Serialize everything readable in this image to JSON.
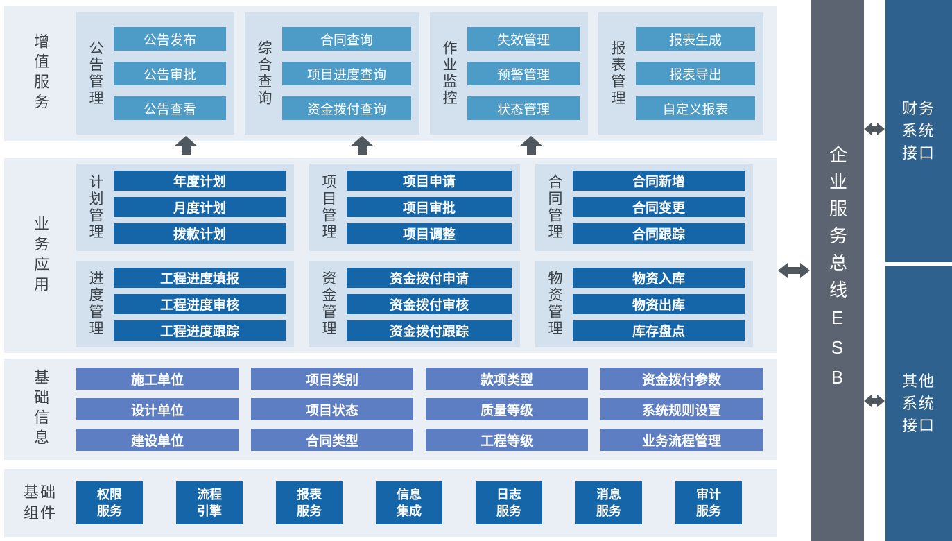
{
  "value_added": {
    "label": "增值服务",
    "groups": [
      {
        "label": "公告管理",
        "items": [
          "公告发布",
          "公告审批",
          "公告查看"
        ]
      },
      {
        "label": "综合查询",
        "items": [
          "合同查询",
          "项目进度查询",
          "资金拨付查询"
        ]
      },
      {
        "label": "作业监控",
        "items": [
          "失效管理",
          "预警管理",
          "状态管理"
        ]
      },
      {
        "label": "报表管理",
        "items": [
          "报表生成",
          "报表导出",
          "自定义报表"
        ]
      }
    ]
  },
  "business": {
    "label": "业务应用",
    "groups": [
      {
        "label": "计划管理",
        "items": [
          "年度计划",
          "月度计划",
          "拨款计划"
        ]
      },
      {
        "label": "项目管理",
        "items": [
          "项目申请",
          "项目审批",
          "项目调整"
        ]
      },
      {
        "label": "合同管理",
        "items": [
          "合同新增",
          "合同变更",
          "合同跟踪"
        ]
      },
      {
        "label": "进度管理",
        "items": [
          "工程进度填报",
          "工程进度审核",
          "工程进度跟踪"
        ]
      },
      {
        "label": "资金管理",
        "items": [
          "资金拨付申请",
          "资金拨付审核",
          "资金拨付跟踪"
        ]
      },
      {
        "label": "物资管理",
        "items": [
          "物资入库",
          "物资出库",
          "库存盘点"
        ]
      }
    ]
  },
  "base_info": {
    "label": "基础信息",
    "columns": [
      {
        "items": [
          "施工单位",
          "设计单位",
          "建设单位"
        ]
      },
      {
        "items": [
          "项目类别",
          "项目状态",
          "合同类型"
        ]
      },
      {
        "items": [
          "款项类型",
          "质量等级",
          "工程等级"
        ]
      },
      {
        "items": [
          "资金拨付参数",
          "系统规则设置",
          "业务流程管理"
        ]
      }
    ]
  },
  "base_components": {
    "label": "基础组件",
    "items": [
      "权限服务",
      "流程引擎",
      "报表服务",
      "信息集成",
      "日志服务",
      "消息服务",
      "审计服务"
    ]
  },
  "esb": {
    "label": "企业服务总线ESB"
  },
  "interfaces": {
    "finance": {
      "label": "财务系统接口"
    },
    "other": {
      "label": "其他系统接口"
    }
  },
  "colors": {
    "band_bg": "#e9eff5",
    "group_bg": "#d2e1ed",
    "btn_teal": "#4d9cc7",
    "btn_navy": "#1565a9",
    "btn_violet": "#5d7ec3",
    "esb_bar": "#5b6470",
    "iface_bg": "#2f618f",
    "arrow": "#50585f"
  }
}
